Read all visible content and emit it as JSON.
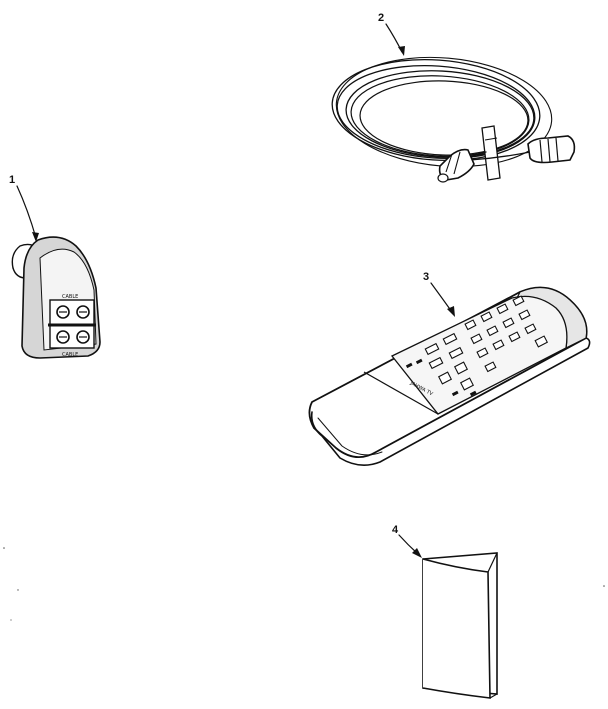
{
  "parts": [
    {
      "number": "1",
      "icon": "adapter-icon"
    },
    {
      "number": "2",
      "icon": "coaxial-cable-icon"
    },
    {
      "number": "3",
      "icon": "remote-control-icon"
    },
    {
      "number": "4",
      "icon": "booklet-icon"
    }
  ],
  "adapter": {
    "top_label": "CABLE",
    "bottom_label": "CABLE"
  },
  "remote": {
    "label": "JAHWA TV"
  },
  "colors": {
    "ink": "#111111",
    "paper": "#ffffff",
    "shade": "#cccccc"
  }
}
